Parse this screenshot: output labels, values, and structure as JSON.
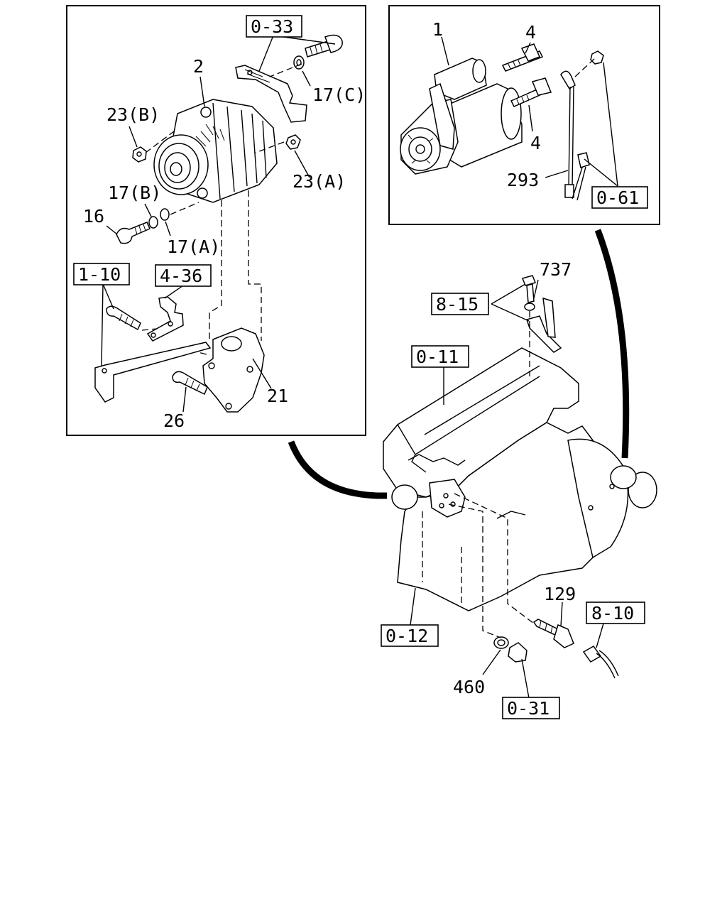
{
  "labels": {
    "l_0_33": "0-33",
    "l_2": "2",
    "l_23b": "23(B)",
    "l_17c": "17(C)",
    "l_23a": "23(A)",
    "l_17b": "17(B)",
    "l_16": "16",
    "l_17a": "17(A)",
    "l_1_10": "1-10",
    "l_4_36": "4-36",
    "l_21": "21",
    "l_26": "26",
    "l_1": "1",
    "l_4_top": "4",
    "l_4_bot": "4",
    "l_293": "293",
    "l_0_61": "0-61",
    "l_737": "737",
    "l_8_15": "8-15",
    "l_0_11": "0-11",
    "l_129": "129",
    "l_8_10": "8-10",
    "l_0_12": "0-12",
    "l_460": "460",
    "l_0_31": "0-31"
  }
}
